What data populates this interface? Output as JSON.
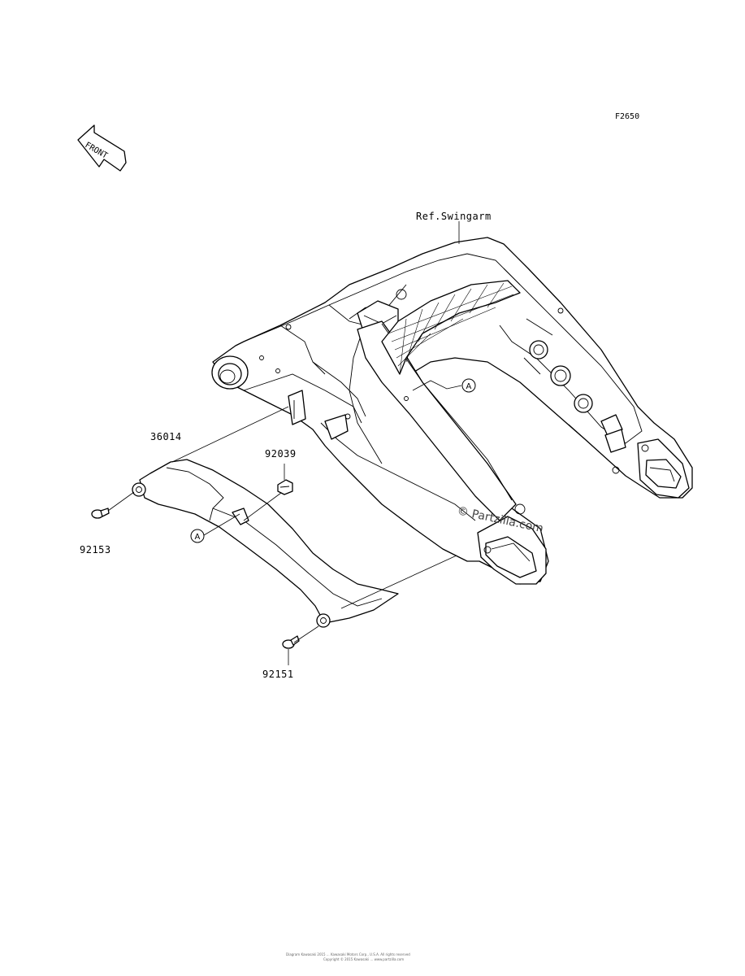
{
  "figure_code": "F2650",
  "front_arrow_label": "FRONT",
  "labels": {
    "ref_swingarm": "Ref.Swingarm",
    "part_36014": "36014",
    "part_92039": "92039",
    "part_92153": "92153",
    "part_92151": "92151"
  },
  "callouts": {
    "ref_a_upper": "A",
    "ref_a_lower": "A"
  },
  "watermark": "© Partzilla.com",
  "footer": {
    "line1": "Diagram Kawasaki 2015 ... Kawasaki Motors Corp., U.S.A. All rights reserved",
    "line2": "Copyright © 2015 Kawasaki ... www.partzilla.com"
  }
}
